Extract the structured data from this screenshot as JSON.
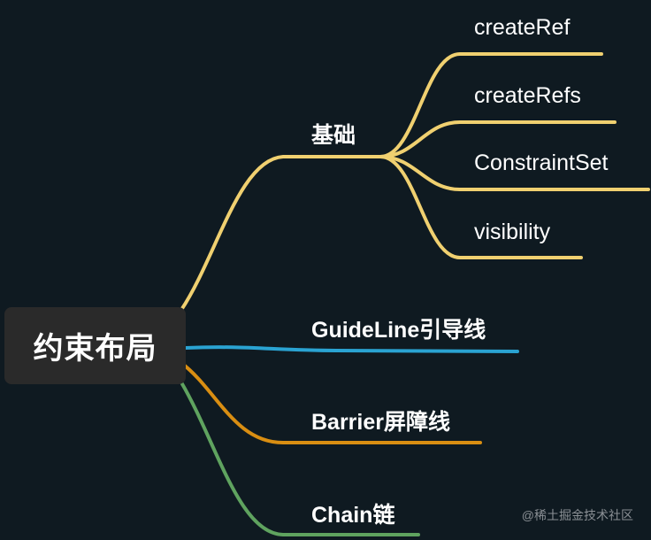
{
  "root": {
    "label": "约束布局"
  },
  "branches": [
    {
      "label": "基础",
      "color": "#f0d070",
      "children": [
        {
          "label": "createRef"
        },
        {
          "label": "createRefs"
        },
        {
          "label": "ConstraintSet"
        },
        {
          "label": "visibility"
        }
      ]
    },
    {
      "label": "GuideLine引导线",
      "color": "#2aa3d2"
    },
    {
      "label": "Barrier屏障线",
      "color": "#d98e12"
    },
    {
      "label": "Chain链",
      "color": "#5fa35f"
    }
  ],
  "watermark": "@稀土掘金技术社区"
}
